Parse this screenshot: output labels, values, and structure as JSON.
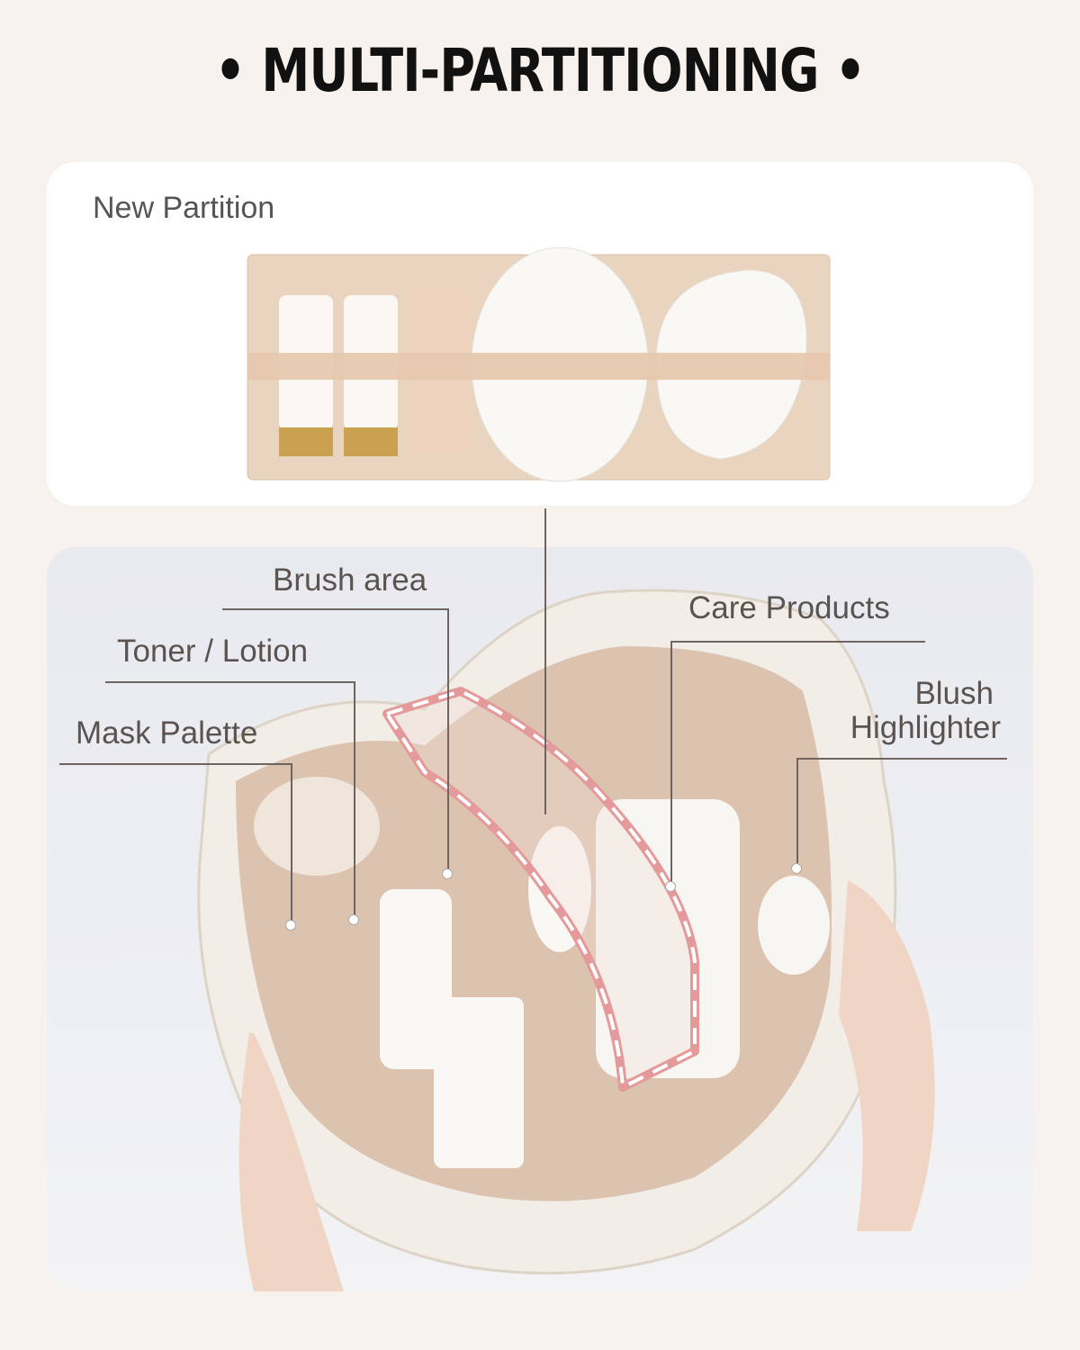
{
  "title": "• MULTI-PARTITIONING •",
  "top_panel": {
    "label": "New Partition"
  },
  "callouts": {
    "brush_area": "Brush area",
    "toner_lotion": "Toner / Lotion",
    "mask_palette": "Mask Palette",
    "care_products": "Care Products",
    "blush": "Blush",
    "highlighter": "Highlighter"
  },
  "colors": {
    "background": "#f7f2ee",
    "partition_beige": "#e8d4bf",
    "highlight_dash": "#e8a6a6",
    "text": "#5a5350"
  }
}
